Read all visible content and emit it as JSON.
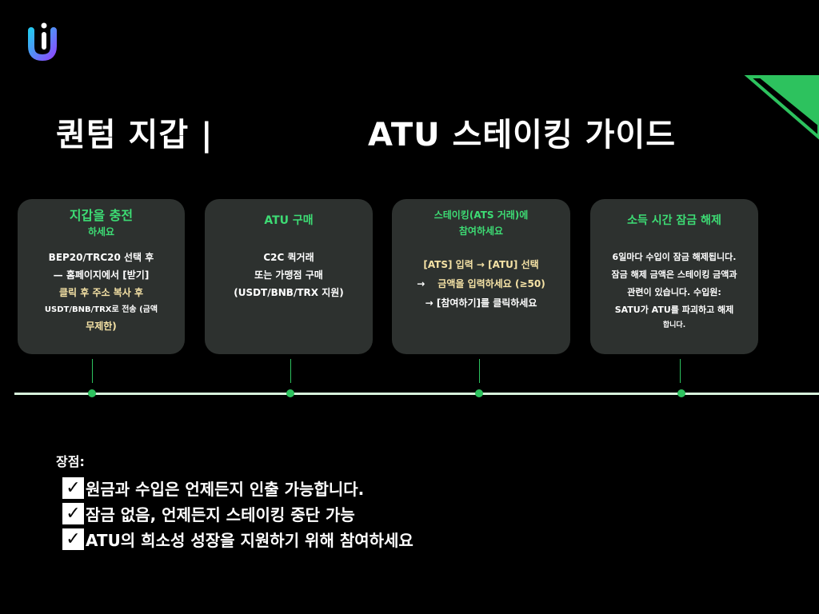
{
  "header": {
    "title_left": "퀀텀 지갑 |",
    "title_right": "ATU 스테이킹 가이드"
  },
  "steps": [
    {
      "title": "지갑을 충전",
      "subtitle": "하세요",
      "lines": [
        "BEP20/TRC20 선택 후",
        "— 홈페이지에서 [받기]",
        "클릭 후 주소 복사 후",
        "USDT/BNB/TRX로 전송 (금액",
        "무제한)"
      ]
    },
    {
      "title": "ATU 구매",
      "lines": [
        "C2C 퀵거래",
        "또는 가맹점 구매",
        "(USDT/BNB/TRX 지원)"
      ]
    },
    {
      "title": "스테이킹(ATS 거래)에",
      "subtitle": "참여하세요",
      "lines": [
        "[ATS] 입력 → [ATU] 선택",
        "→",
        "금액을 입력하세요 (≥50)",
        "→ [참여하기]를 클릭하세요"
      ]
    },
    {
      "title": "소득 시간 잠금 해제",
      "lines": [
        "6일마다 수입이 잠금 해제됩니다.",
        "잠금 해제 금액은 스테이킹 금액과",
        "관련이 있습니다. 수입원:",
        "SATU가 ATU를 파괴하고 해제",
        "합니다."
      ]
    }
  ],
  "advantages": {
    "title": "장점:",
    "check_glyph": "✓",
    "items": [
      "원금과 수입은 언제든지 인출 가능합니다.",
      "잠금 없음, 언제든지 스테이킹 중단 가능",
      "ATU의 희소성 성장을 지원하기 위해 참여하세요"
    ]
  },
  "colors": {
    "accent_green": "#3ddc74",
    "card_bg": "#2d312f",
    "timeline": "#d8f5dc",
    "logo_cyan": "#27c6f0",
    "logo_purple": "#8a4bff"
  },
  "icons": [
    "app-logo-icon",
    "corner-triangle-icon",
    "checkbox-icon"
  ]
}
